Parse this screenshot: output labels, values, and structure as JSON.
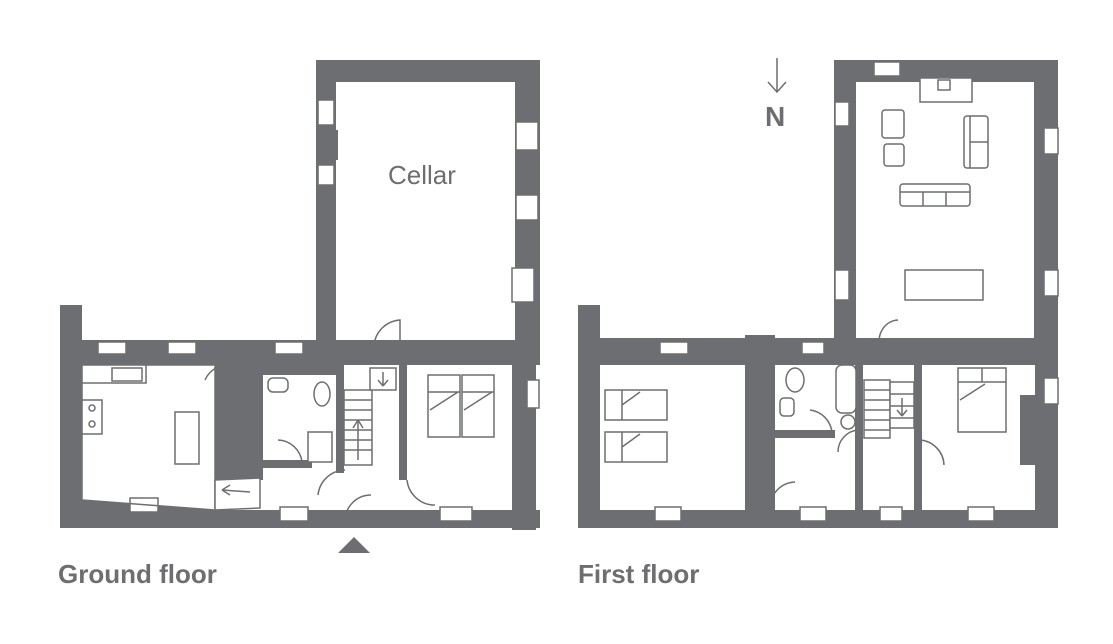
{
  "labels": {
    "cellar": "Cellar",
    "ground_floor": "Ground floor",
    "first_floor": "First floor",
    "north": "N"
  },
  "colors": {
    "wall": "#6d6e71",
    "background": "#ffffff"
  },
  "icons": [
    "north-arrow-icon",
    "entrance-arrow-icon",
    "stair-arrow-icon",
    "double-bed-icon",
    "twin-bed-icon",
    "sofa-icon",
    "armchair-icon",
    "toilet-icon",
    "sink-icon",
    "bathtub-icon",
    "shower-icon",
    "hob-icon",
    "fireplace-icon"
  ]
}
